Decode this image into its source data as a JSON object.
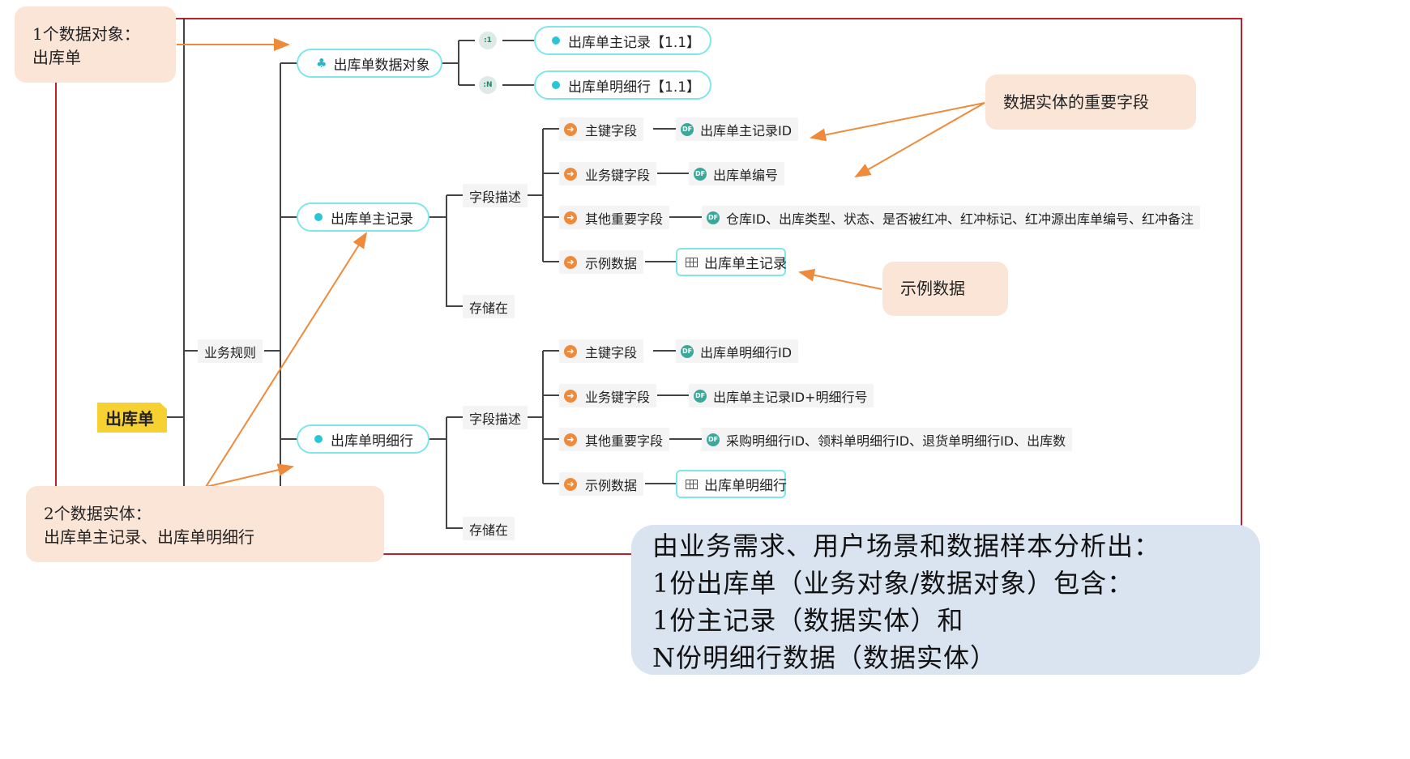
{
  "root": {
    "label": "出库单"
  },
  "data_object": {
    "label": "出库单数据对象",
    "relations": [
      {
        "badge": ":1",
        "entity": "出库单主记录【1.1】"
      },
      {
        "badge": ":N",
        "entity": "出库单明细行【1.1】"
      }
    ]
  },
  "business_rules": {
    "label": "业务规则"
  },
  "entities": [
    {
      "label": "出库单主记录",
      "field_desc_label": "字段描述",
      "stored_in_label": "存储在",
      "fields": [
        {
          "label": "主键字段",
          "value": "出库单主记录ID"
        },
        {
          "label": "业务键字段",
          "value": "出库单编号"
        },
        {
          "label": "其他重要字段",
          "value": "仓库ID、出库类型、状态、是否被红冲、红冲标记、红冲源出库单编号、红冲备注"
        },
        {
          "label": "示例数据",
          "value": "出库单主记录"
        }
      ]
    },
    {
      "label": "出库单明细行",
      "field_desc_label": "字段描述",
      "stored_in_label": "存储在",
      "fields": [
        {
          "label": "主键字段",
          "value": "出库单明细行ID"
        },
        {
          "label": "业务键字段",
          "value": "出库单主记录ID+明细行号"
        },
        {
          "label": "其他重要字段",
          "value": "采购明细行ID、领料单明细行ID、退货单明细行ID、出库数"
        },
        {
          "label": "示例数据",
          "value": "出库单明细行"
        }
      ]
    }
  ],
  "callouts": {
    "data_object": "1个数据对象：\n出库单",
    "key_fields": "数据实体的重要字段",
    "sample_data": "示例数据",
    "entities": "2个数据实体：\n出库单主记录、出库单明细行"
  },
  "summary": [
    "由业务需求、用户场景和数据样本分析出：",
    "1份出库单（业务对象/数据对象）包含：",
    "1份主记录（数据实体）和",
    "N份明细行数据（数据实体）"
  ],
  "colors": {
    "frame": "#c0202a",
    "root_fill": "#f7d131",
    "pill_border": "#7fe6ea",
    "callout_fill": "#fbe5d6",
    "callout_arrow": "#ef8a3a",
    "summary_fill": "#dae3f0"
  }
}
